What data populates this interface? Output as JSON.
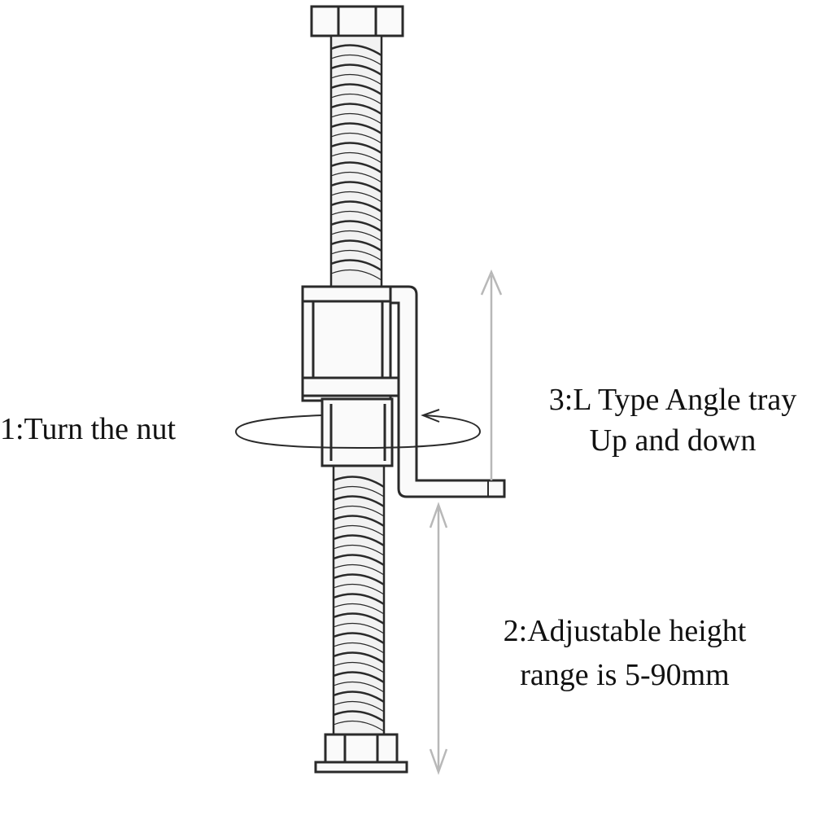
{
  "labels": {
    "turn_nut": "1:Turn the nut",
    "height_range_line1": "2:Adjustable height",
    "height_range_line2": "range is 5-90mm",
    "angle_tray_line1": "3:L Type Angle tray",
    "angle_tray_line2": "Up and down"
  },
  "colors": {
    "line": "#2a2a2a",
    "arrow": "#b8b8b8",
    "background": "#ffffff",
    "text": "#111111"
  }
}
